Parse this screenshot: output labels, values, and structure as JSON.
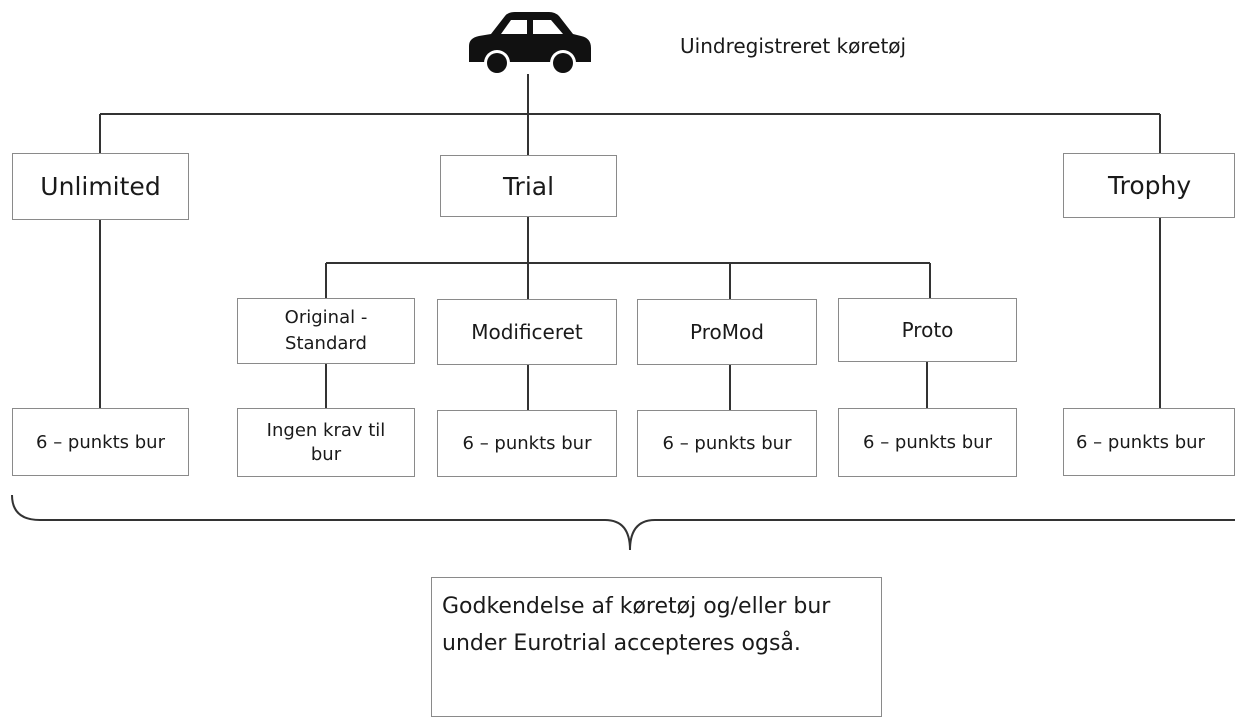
{
  "title": "Uindregistreret køretøj",
  "root_icon": "car-icon",
  "classes": {
    "unlimited": {
      "label": "Unlimited",
      "cage": "6 – punkts bur"
    },
    "trial": {
      "label": "Trial"
    },
    "trophy": {
      "label": "Trophy",
      "cage": "6 – punkts bur"
    }
  },
  "trial_subclasses": [
    {
      "label": "Original - Standard",
      "line1": "Original -",
      "line2": "Standard",
      "cage_line1": "Ingen krav til",
      "cage_line2": "bur"
    },
    {
      "label": "Modificeret",
      "cage": "6 – punkts bur"
    },
    {
      "label": "ProMod",
      "cage": "6 – punkts bur"
    },
    {
      "label": "Proto",
      "cage": "6 – punkts bur"
    }
  ],
  "note": "Godkendelse af køretøj og/eller bur under Eurotrial accepteres også."
}
